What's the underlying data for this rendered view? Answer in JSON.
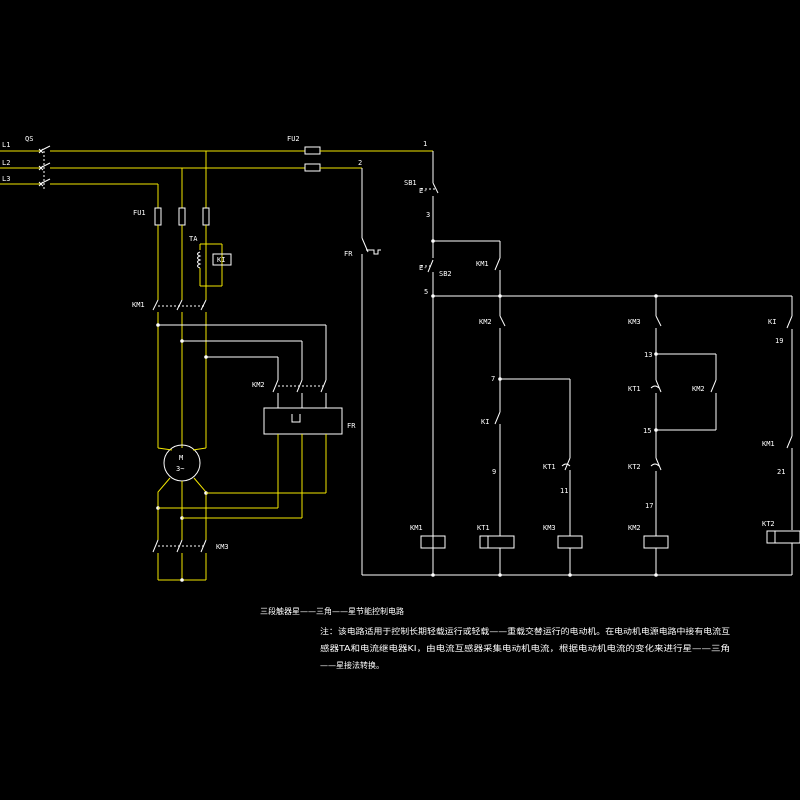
{
  "labels": {
    "L1": "L1",
    "L2": "L2",
    "L3": "L3",
    "QS": "QS",
    "FU1": "FU1",
    "FU2": "FU2",
    "TA": "TA",
    "KI": "KI",
    "KM1_main": "KM1",
    "KM2_main": "KM2",
    "KM3_main": "KM3",
    "FR_main": "FR",
    "motor_M": "M",
    "motor_3": "3~",
    "FR_ctrl": "FR",
    "SB1": "SB1",
    "SB2": "SB2",
    "E1": "E-",
    "E2": "E-",
    "KM1_hold": "KM1",
    "KM2_nc": "KM2",
    "KI_c": "KI",
    "KT1_c": "KT1",
    "KM3_c": "KM3",
    "KT1_nc": "KT1",
    "KM2_c2": "KM2",
    "KT2_c": "KT2",
    "KI_nc": "KI",
    "KM1_c3": "KM1",
    "coil_KM1": "KM1",
    "coil_KT1": "KT1",
    "coil_KM3": "KM3",
    "coil_KM2": "KM2",
    "coil_KT2": "KT2"
  },
  "nodes": {
    "n1": "1",
    "n2": "2",
    "n3": "3",
    "n5": "5",
    "n7": "7",
    "n9": "9",
    "n11": "11",
    "n13": "13",
    "n15": "15",
    "n17": "17",
    "n19": "19",
    "n21": "21"
  },
  "notes": {
    "title": "三段触器星——三角——星节能控制电路",
    "line1": "注：该电路适用于控制长期轻载运行或轻载——重载交替运行的电动机。在电动机电源电路中接有电流互",
    "line2": "感器TA和电流继电器KI，由电流互感器采集电动机电流，根据电动机电流的变化来进行星——三角",
    "line3": "——星接法转换。"
  },
  "colors": {
    "power": "#f2e600",
    "control": "#ffffff",
    "background": "#000000"
  }
}
